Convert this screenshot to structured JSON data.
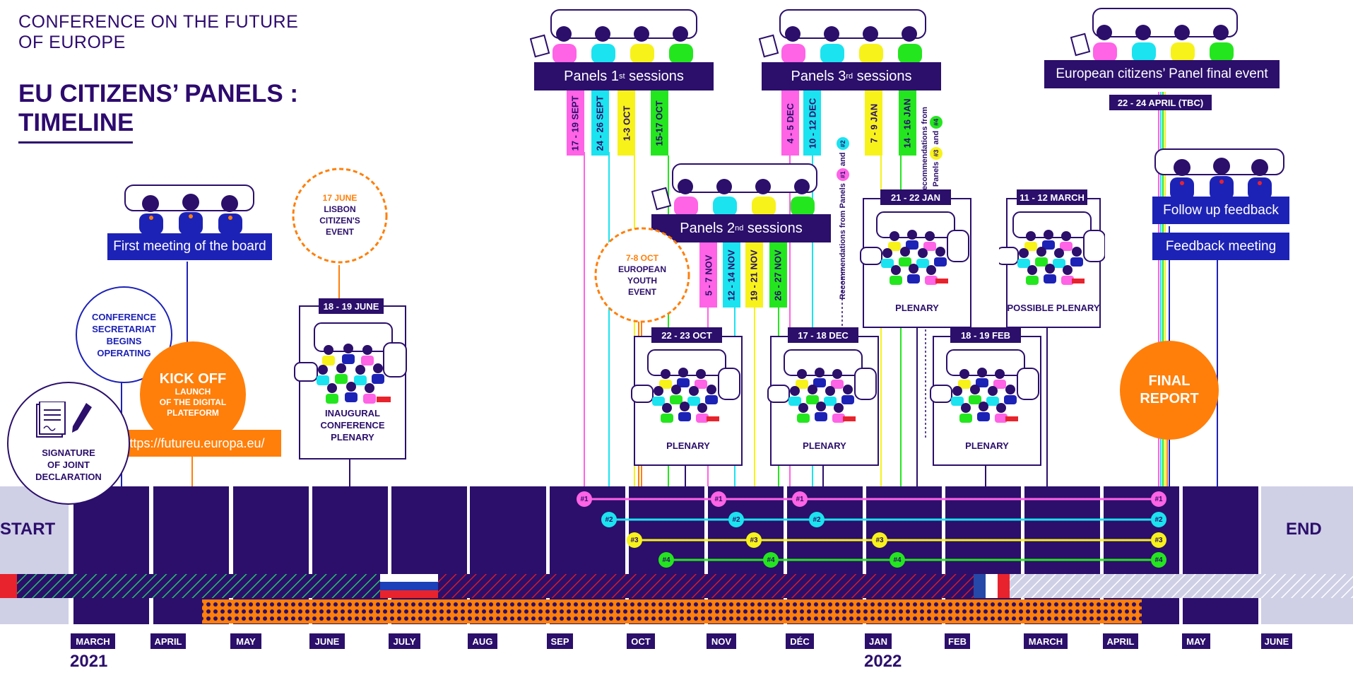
{
  "header": {
    "org_line1": "CONFERENCE ON THE FUTURE",
    "org_line2": "OF EUROPE",
    "title_line1": "EU CITIZENS’ PANELS :",
    "title_line2": "TIMELINE"
  },
  "milestones": {
    "board_meeting": "First meeting of the board",
    "secretariat": [
      "CONFERENCE",
      "SECRETARIAT",
      "BEGINS",
      "OPERATING"
    ],
    "kickoff_title": "KICK OFF",
    "kickoff_sub": [
      "LAUNCH",
      "OF THE DIGITAL",
      "PLATEFORM"
    ],
    "url": "https://futureu.europa.eu/",
    "signature": [
      "SIGNATURE",
      "OF JOINT",
      "DECLARATION"
    ],
    "lisbon": [
      "17 JUNE",
      "LISBON",
      "CITIZEN'S",
      "EVENT"
    ],
    "inaugural_date": "18 - 19 JUNE",
    "inaugural_label": [
      "INAUGURAL",
      "CONFERENCE",
      "PLENARY"
    ],
    "youth": [
      "7-8 OCT",
      "EUROPEAN",
      "YOUTH",
      "EVENT"
    ],
    "final_report": [
      "FINAL",
      "REPORT"
    ],
    "follow_up": "Follow up feedback",
    "feedback_meeting": "Feedback meeting"
  },
  "sessions": {
    "panels_1": {
      "label": "Panels 1",
      "sup": "st",
      "suffix": " sessions",
      "dates": [
        "17 - 19 SEPT",
        "24 - 26 SEPT",
        "1-3 OCT",
        "15-17 OCT"
      ]
    },
    "panels_2": {
      "label": "Panels 2",
      "sup": "nd",
      "suffix": " sessions",
      "dates": [
        "5 - 7 NOV",
        "12 - 14 NOV",
        "19 - 21 NOV",
        "26 - 27 NOV"
      ]
    },
    "panels_3": {
      "label": "Panels 3",
      "sup": "rd",
      "suffix": " sessions",
      "dates": [
        "4 - 5 DEC",
        "10 - 12 DEC",
        "7 - 9 JAN",
        "14 - 16 JAN"
      ]
    },
    "final_event": "European citizens’ Panel final event",
    "final_event_date": "22 - 24 APRIL (TBC)",
    "rec_panels_a": "Recommendations from Panels",
    "rec_panels_b": "Recommendations from",
    "rec_panels_c": "Panels",
    "and": "and"
  },
  "plenaries": [
    {
      "date": "22 - 23 OCT",
      "label": "PLENARY"
    },
    {
      "date": "17 - 18 DEC",
      "label": "PLENARY"
    },
    {
      "date": "21 - 22 JAN",
      "label": "PLENARY"
    },
    {
      "date": "11 - 12 MARCH",
      "label": "POSSIBLE PLENARY"
    },
    {
      "date": "18 - 19 FEB",
      "label": "PLENARY"
    }
  ],
  "panel_badges": [
    "#1",
    "#2",
    "#3",
    "#4"
  ],
  "timeline": {
    "start": "START",
    "end": "END",
    "months": [
      "MARCH",
      "APRIL",
      "MAY",
      "JUNE",
      "JULY",
      "AUG",
      "SEP",
      "OCT",
      "NOV",
      "DÉC",
      "JAN",
      "FEB",
      "MARCH",
      "APRIL",
      "MAY",
      "JUNE"
    ],
    "year_2021": "2021",
    "year_2022": "2022"
  },
  "colors": {
    "navy": "#2b0f6b",
    "royal_blue": "#1d22b6",
    "orange": "#ff7f0a",
    "panel1_magenta": "#ff63e6",
    "panel2_cyan": "#1be3f0",
    "panel3_yellow": "#f7f21a",
    "panel4_green": "#24e61e"
  }
}
